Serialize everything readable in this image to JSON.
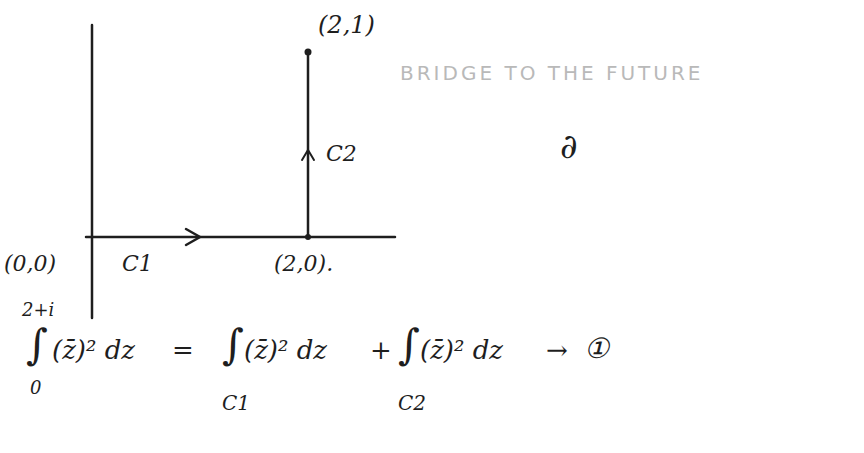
{
  "diagram": {
    "labels": [
      "BRIDGE TO THE FUTURE",
      "(2,1)",
      "C2",
      "∂",
      "(0,0)",
      "C1",
      "(2,0).",
      "2+i",
      "∫",
      "0",
      "(z̄)² dz",
      "=",
      "∫",
      "(z̄)² dz",
      "C1",
      "+",
      "∫",
      "(z̄)² dz",
      "C2",
      "→",
      "①"
    ]
  }
}
